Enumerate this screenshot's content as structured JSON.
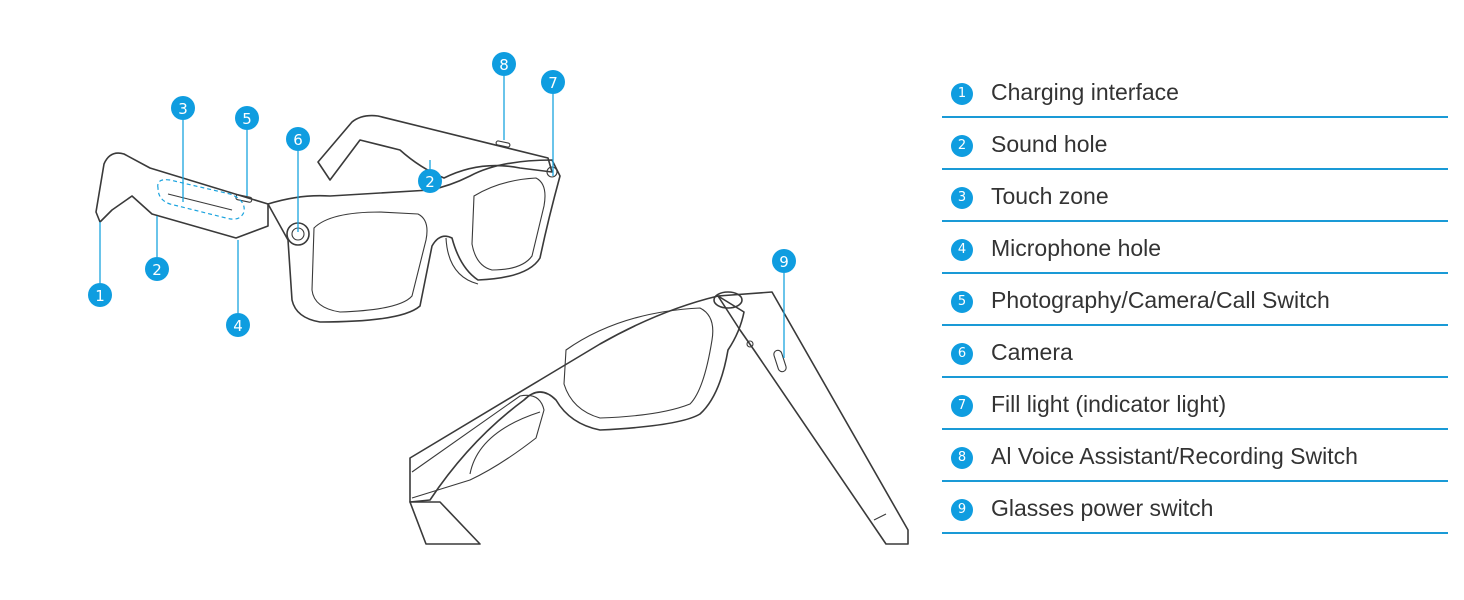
{
  "accent_color": "#0f9de0",
  "parts": [
    {
      "number": "1",
      "label": "Charging interface"
    },
    {
      "number": "2",
      "label": "Sound hole"
    },
    {
      "number": "3",
      "label": "Touch zone"
    },
    {
      "number": "4",
      "label": "Microphone hole"
    },
    {
      "number": "5",
      "label": "Photography/Camera/Call Switch"
    },
    {
      "number": "6",
      "label": "Camera"
    },
    {
      "number": "7",
      "label": "Fill light (indicator light)"
    },
    {
      "number": "8",
      "label": "Al Voice Assistant/Recording Switch"
    },
    {
      "number": "9",
      "label": "Glasses power switch"
    }
  ]
}
